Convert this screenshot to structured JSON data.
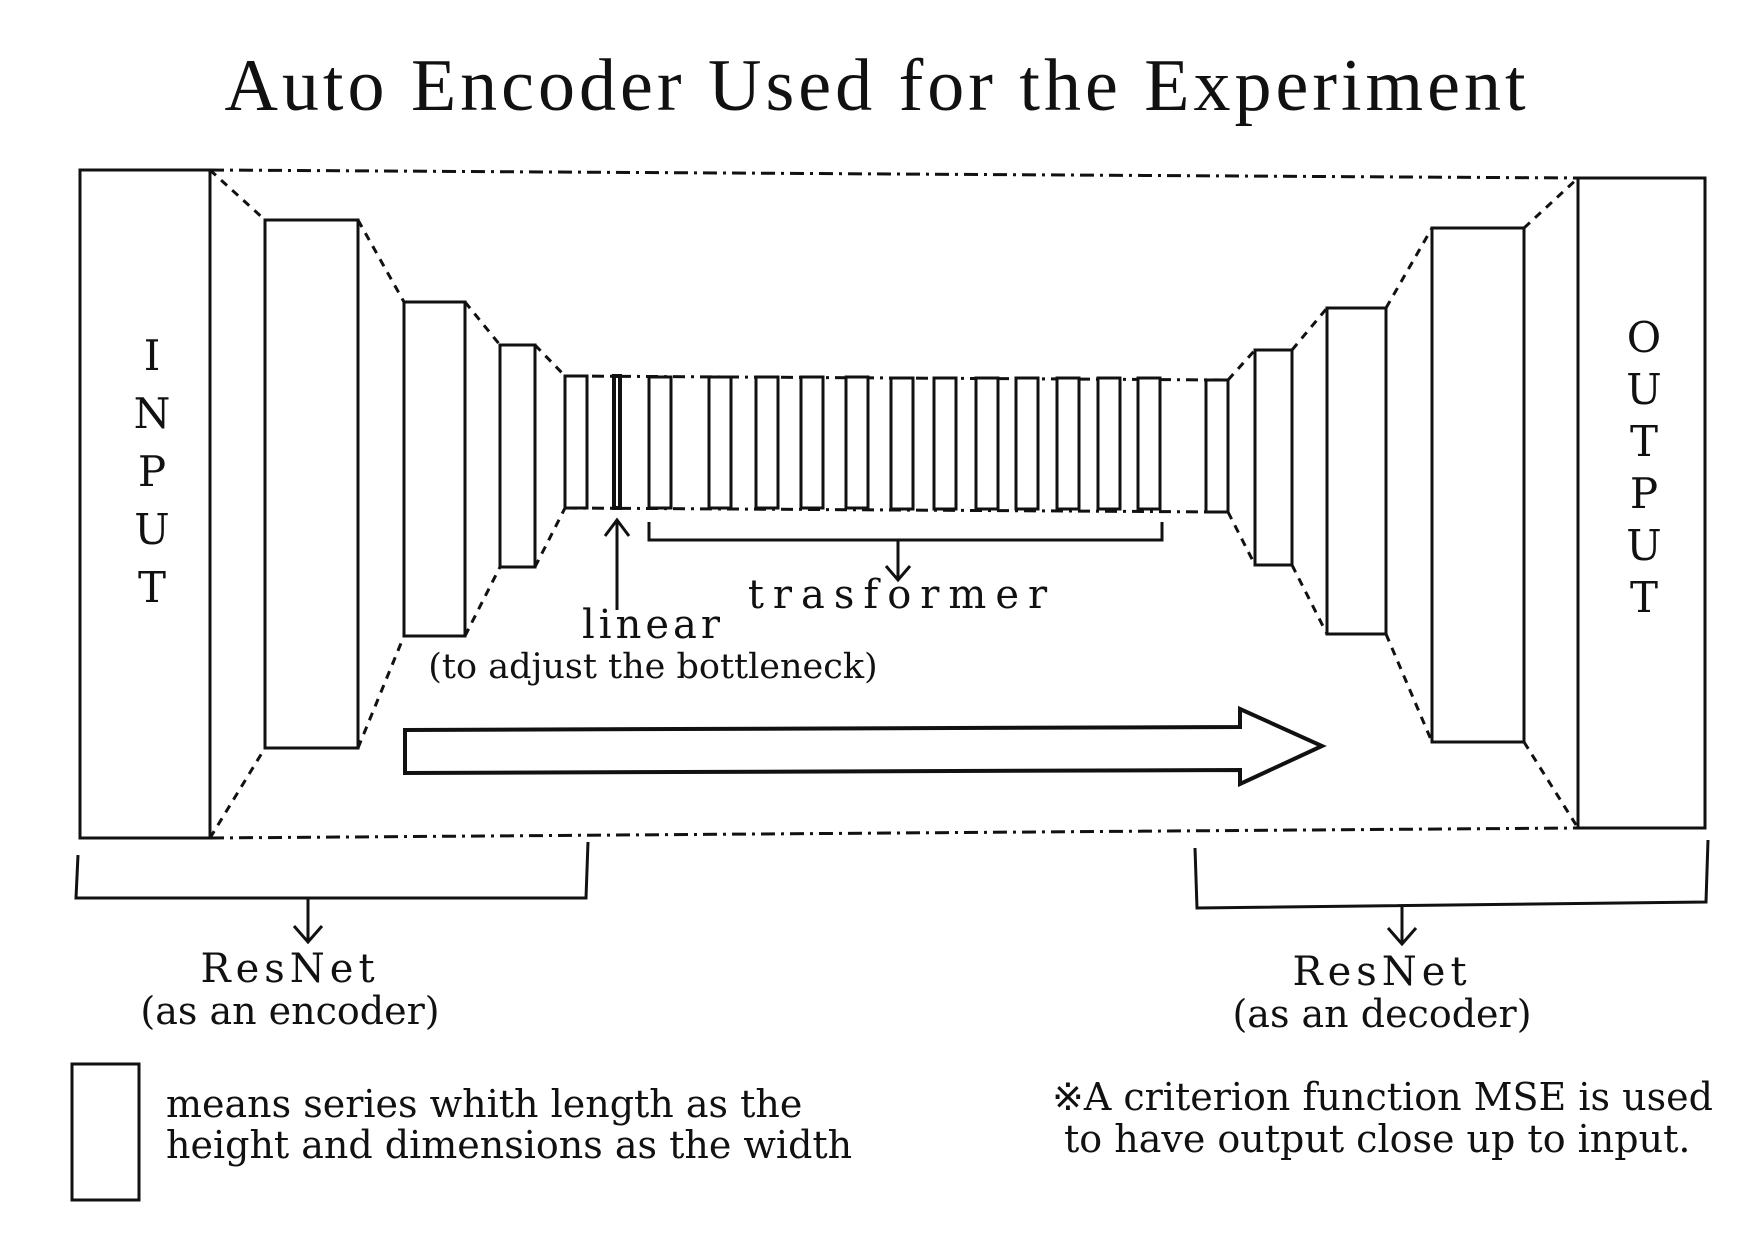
{
  "title": "Auto Encoder Used for the Experiment",
  "input_label": [
    "I",
    "N",
    "P",
    "U",
    "T"
  ],
  "output_label": [
    "O",
    "U",
    "T",
    "P",
    "U",
    "T"
  ],
  "labels": {
    "linear": "linear",
    "linear_note": "(to adjust the bottleneck)",
    "transformer": "trasformer",
    "encoder_name": "ResNet",
    "encoder_note": "(as an encoder)",
    "decoder_name": "ResNet",
    "decoder_note": "(as an decoder)"
  },
  "legend": {
    "line1": "means series whith length as the",
    "line2": "height and dimensions as the width"
  },
  "note": {
    "line1": "※A criterion function MSE is used",
    "line2": "to have output close up to input."
  }
}
